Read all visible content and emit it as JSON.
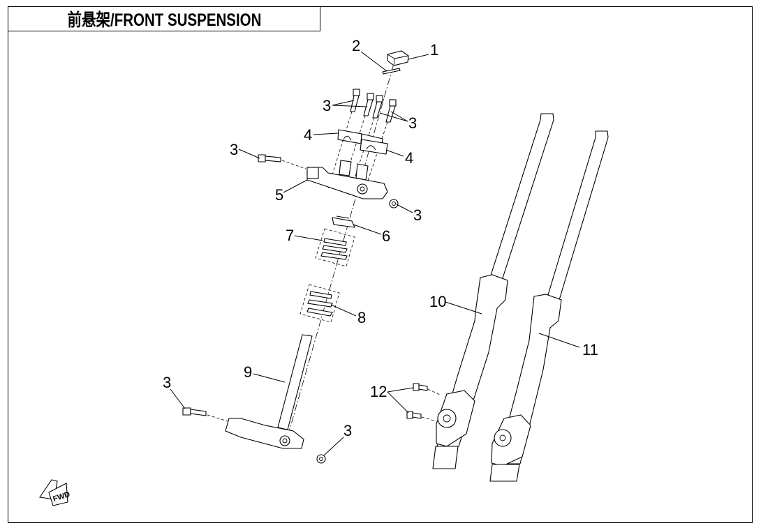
{
  "title": "前悬架/FRONT SUSPENSION",
  "callouts": [
    {
      "id": "c1",
      "label": "1",
      "part": "nut"
    },
    {
      "id": "c2",
      "label": "2",
      "part": "washer"
    },
    {
      "id": "c3a",
      "label": "3",
      "part": "bolt"
    },
    {
      "id": "c3b",
      "label": "3",
      "part": "bolt"
    },
    {
      "id": "c3c",
      "label": "3",
      "part": "bolt"
    },
    {
      "id": "c3d",
      "label": "3",
      "part": "bolt"
    },
    {
      "id": "c3e",
      "label": "3",
      "part": "bolt"
    },
    {
      "id": "c3f",
      "label": "3",
      "part": "bolt"
    },
    {
      "id": "c4a",
      "label": "4",
      "part": "handlebar-clamp"
    },
    {
      "id": "c4b",
      "label": "4",
      "part": "handlebar-clamp"
    },
    {
      "id": "c5",
      "label": "5",
      "part": "upper-triple-clamp"
    },
    {
      "id": "c6",
      "label": "6",
      "part": "dust-seal"
    },
    {
      "id": "c7",
      "label": "7",
      "part": "upper-bearing-kit"
    },
    {
      "id": "c8",
      "label": "8",
      "part": "lower-bearing-kit"
    },
    {
      "id": "c9",
      "label": "9",
      "part": "steering-stem-lower-clamp"
    },
    {
      "id": "c10",
      "label": "10",
      "part": "left-fork-leg"
    },
    {
      "id": "c11",
      "label": "11",
      "part": "right-fork-leg"
    },
    {
      "id": "c12",
      "label": "12",
      "part": "caliper-bolt"
    }
  ],
  "fwd_badge": "FWD"
}
